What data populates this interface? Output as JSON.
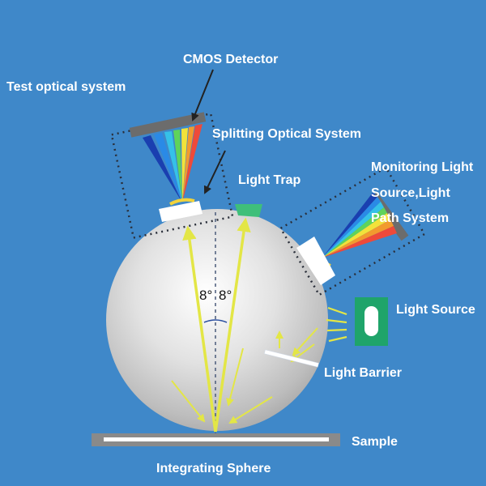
{
  "labels": {
    "cmos_detector": "CMOS Detector",
    "test_optical_system": "Test optical system",
    "splitting_optical_system": "Splitting Optical System",
    "light_trap": "Light Trap",
    "monitoring_line1": "Monitoring Light",
    "monitoring_line2": "Source,Light",
    "monitoring_line3": "Path System",
    "light_source": "Light Source",
    "light_barrier": "Light Barrier",
    "sample": "Sample",
    "integrating_sphere": "Integrating Sphere",
    "angle_left": "8°",
    "angle_right": "8°"
  },
  "colors": {
    "background": "#3f88c9",
    "ray_yellow": "#e3e646",
    "light_source_green": "#1fa46a",
    "light_trap_green": "#3fbf7a",
    "detector_gray": "#6c6c6c",
    "spectrum": [
      "#1a3fb0",
      "#2a8ae6",
      "#35c1e8",
      "#5fd35a",
      "#f2e23a",
      "#f29b2e",
      "#ee4a3a"
    ]
  }
}
